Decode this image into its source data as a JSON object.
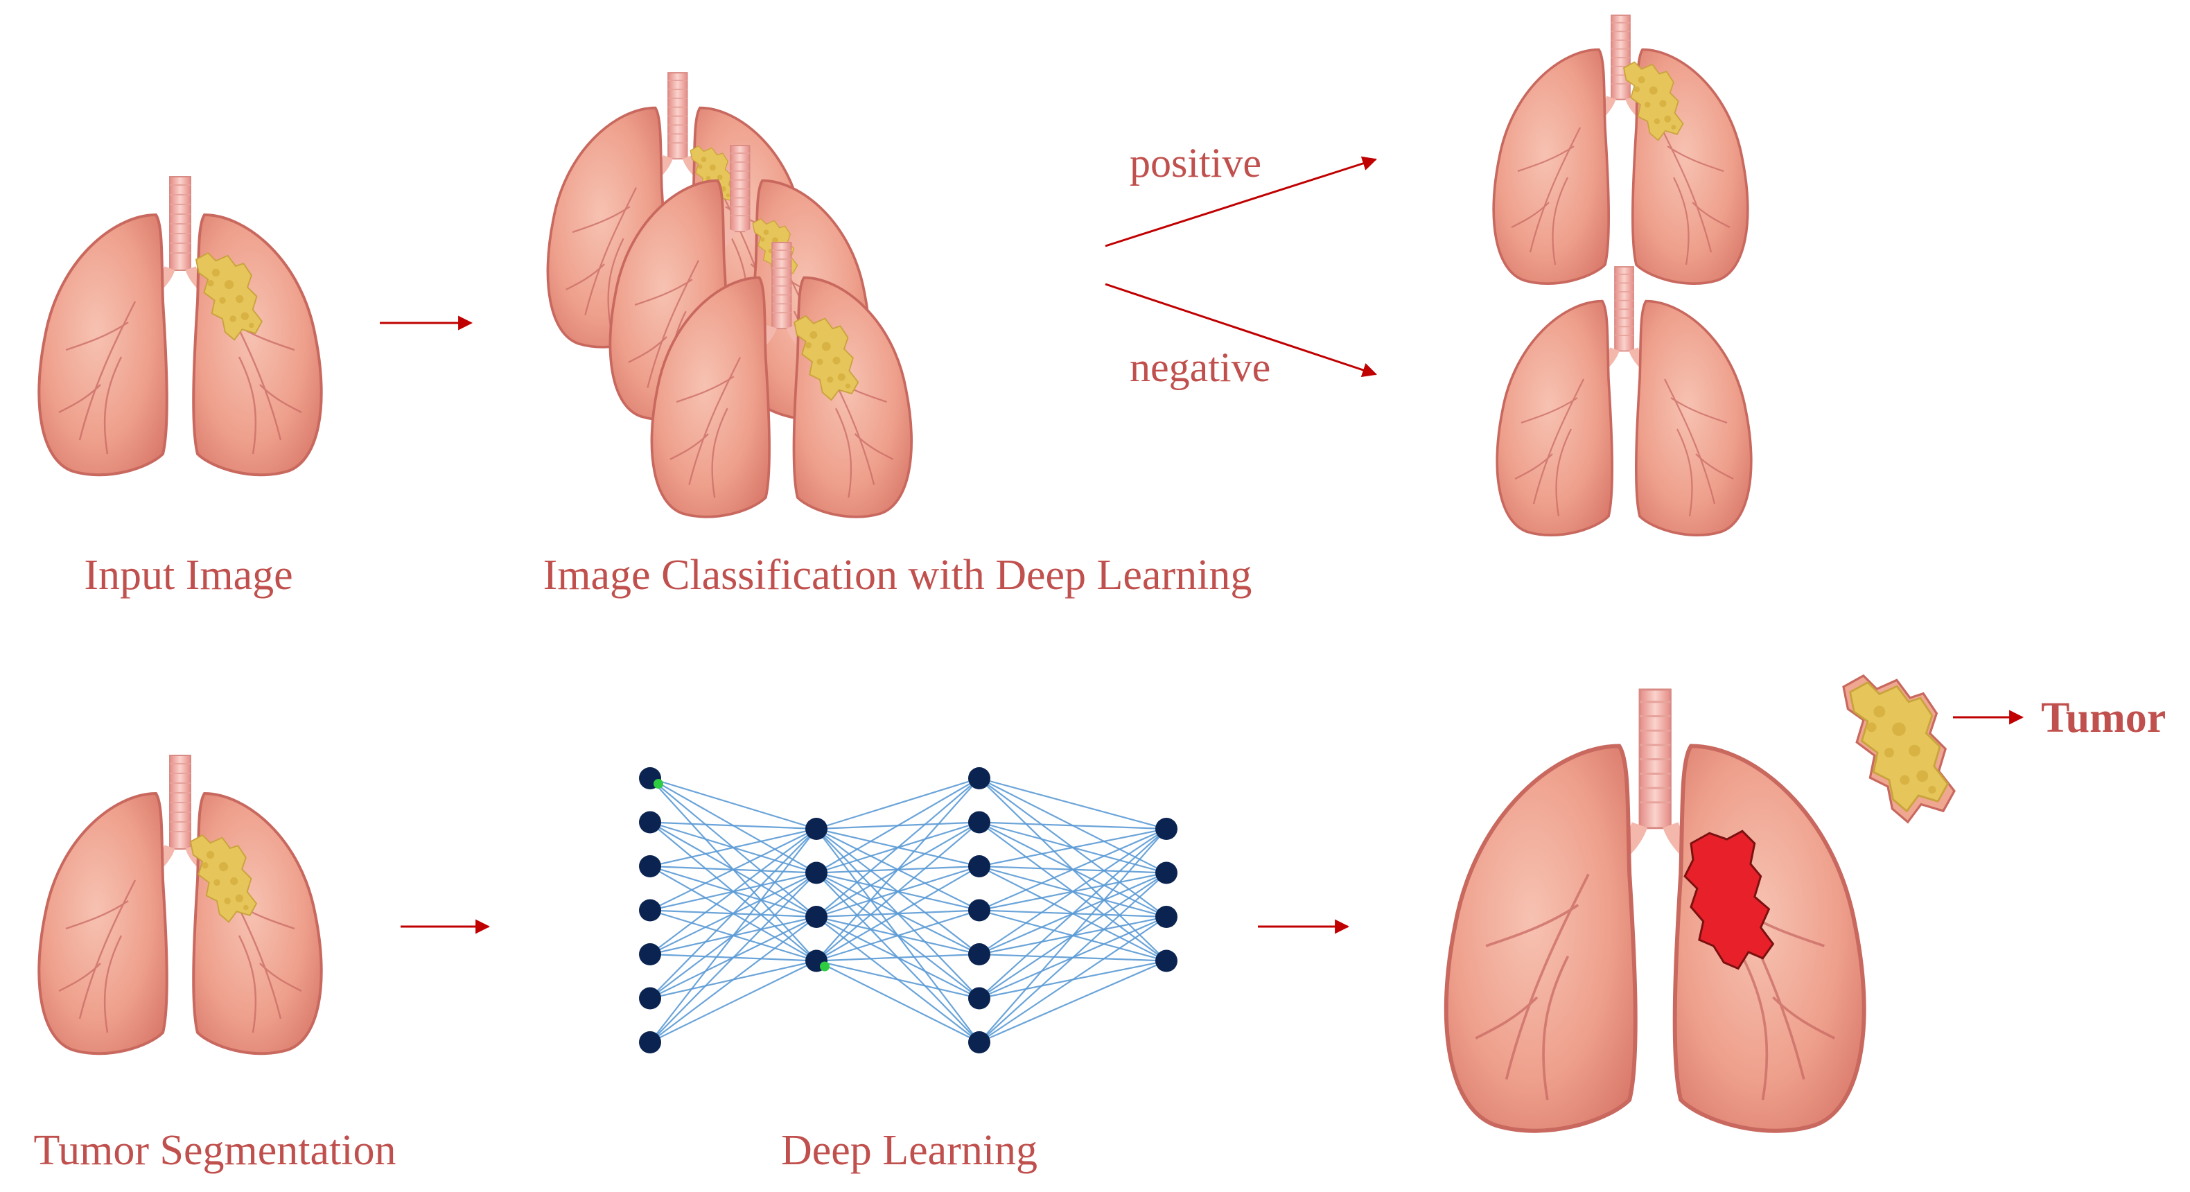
{
  "labels": {
    "input_image": "Input Image",
    "classification": "Image Classification with Deep Learning",
    "positive": "positive",
    "negative": "negative",
    "tumor_segmentation": "Tumor Segmentation",
    "deep_learning": "Deep Learning",
    "tumor": "Tumor"
  },
  "neural_network": {
    "layers": [
      7,
      4,
      7,
      4
    ],
    "highlighted_nodes": [
      [
        0,
        0
      ],
      [
        1,
        3
      ]
    ]
  },
  "colors": {
    "label": "#c0504d",
    "arrow": "#c00000",
    "lung_fill": "#f0a792",
    "lung_edge": "#c8685e",
    "tumor_yellow": "#e6c65a",
    "tumor_mask": "#e8202a",
    "nn_node": "#0b2350",
    "nn_edge": "#5b9bd5"
  }
}
